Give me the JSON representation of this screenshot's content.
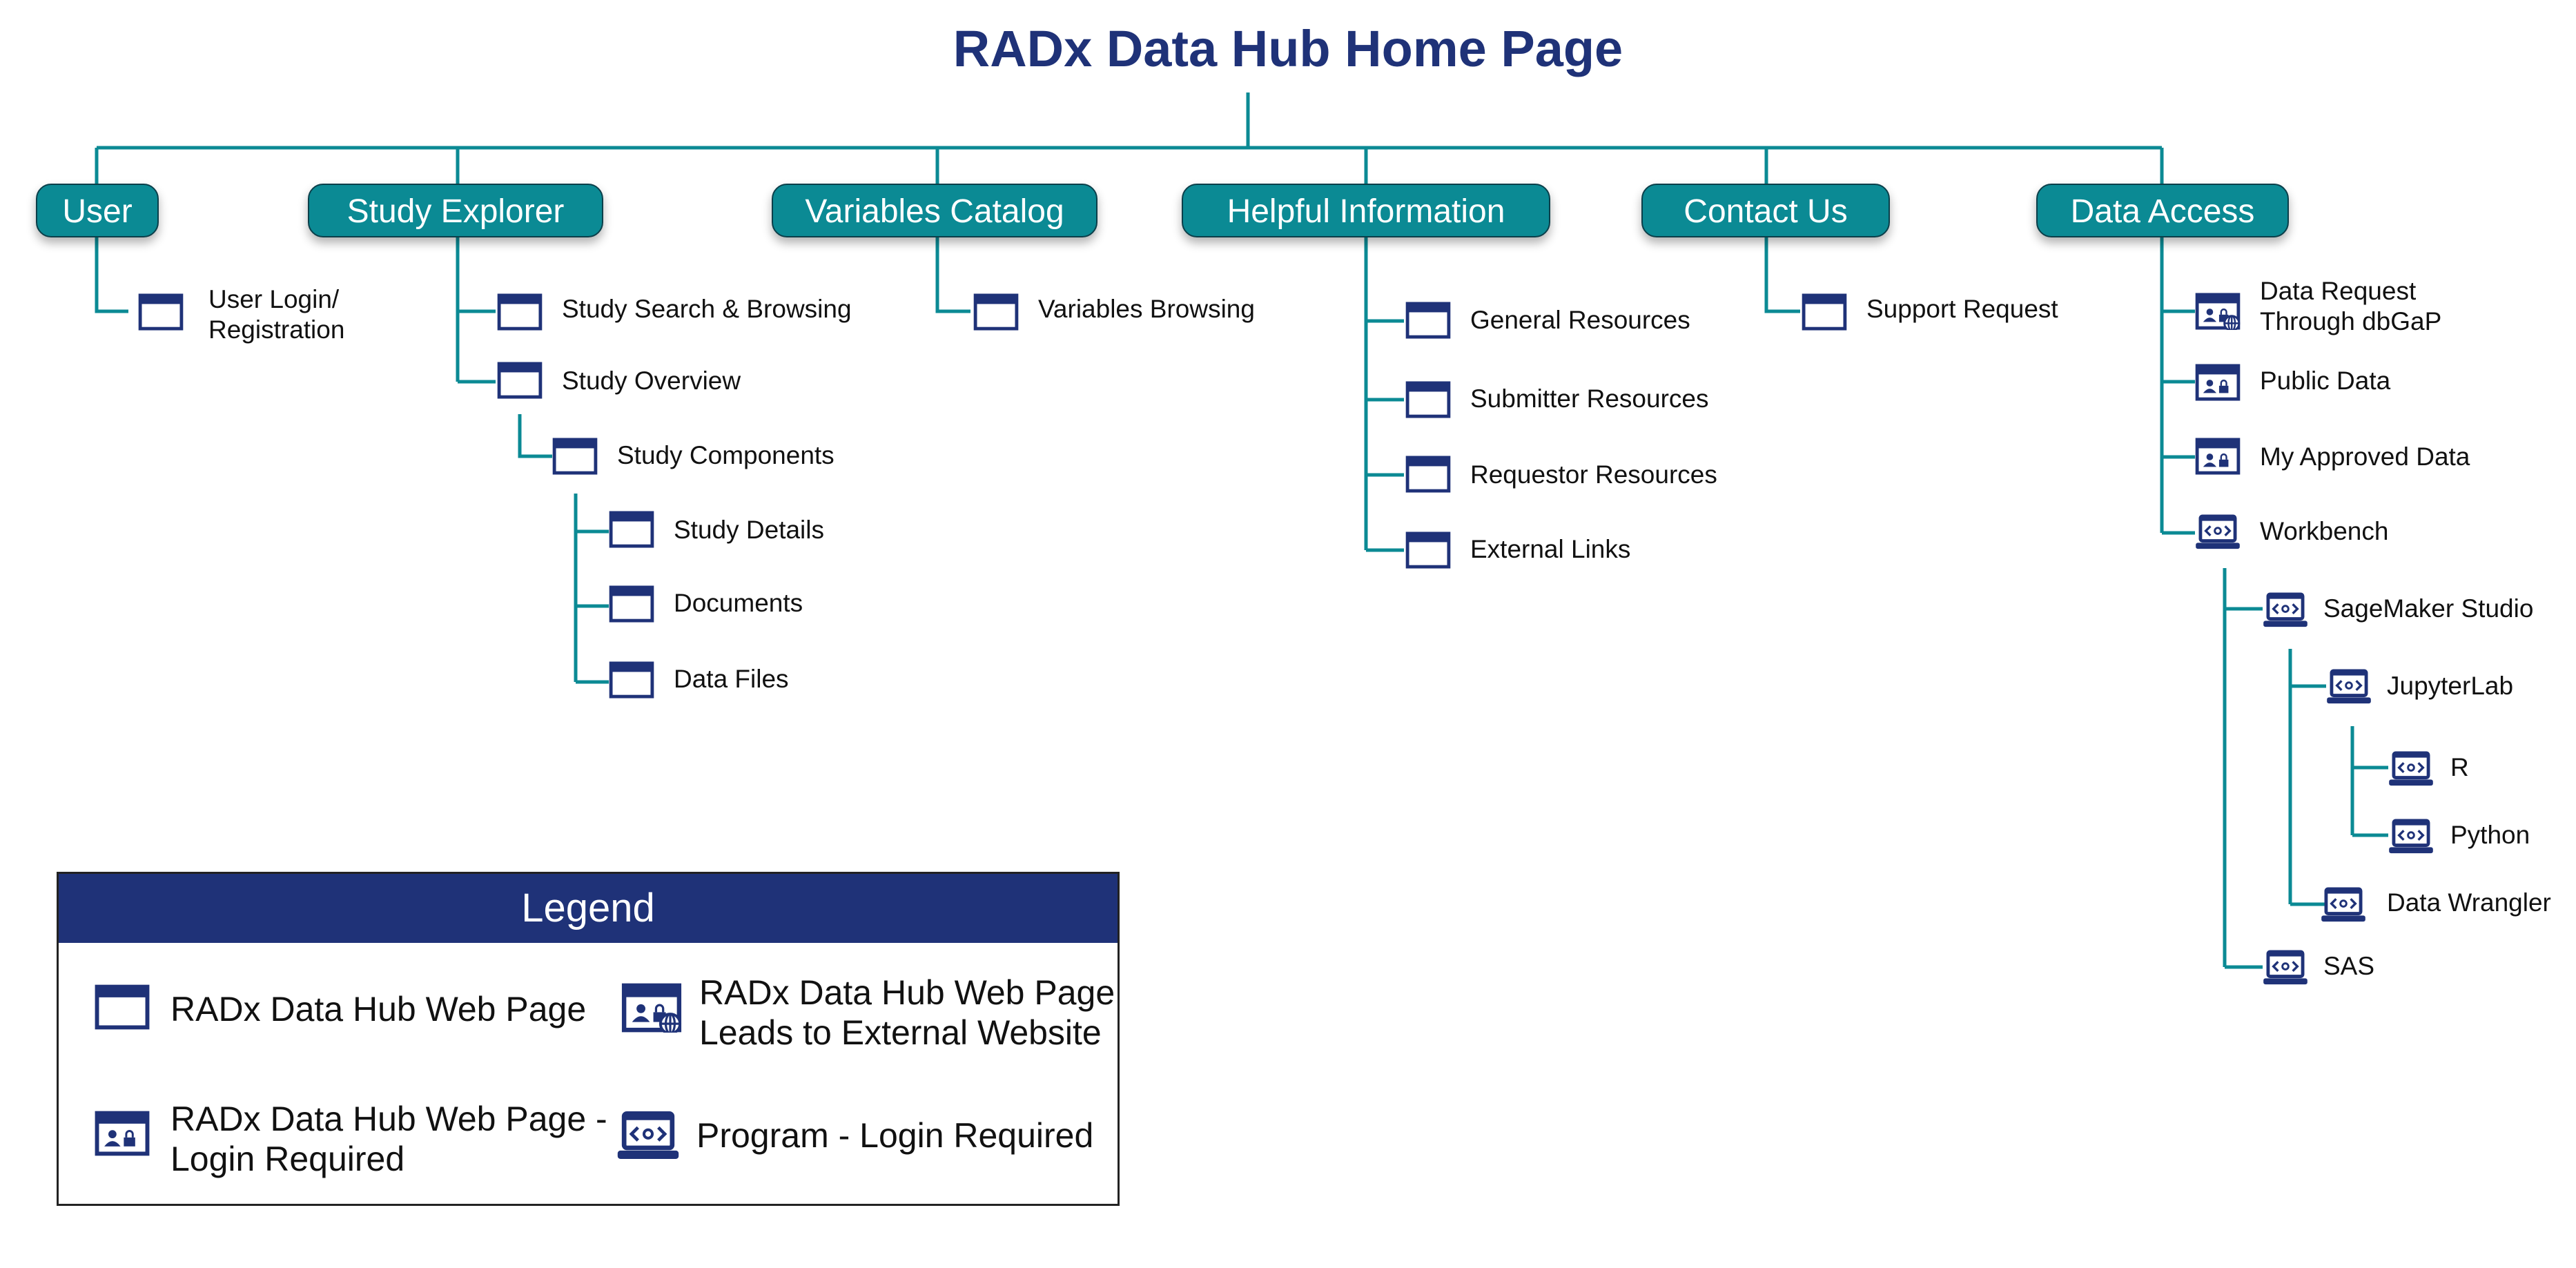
{
  "title": "RADx Data Hub Home Page",
  "colors": {
    "title": "#1f3278",
    "category_fill": "#0b8a94",
    "connector": "#0b8a94",
    "icon": "#1f3278",
    "legend_header": "#1f3278"
  },
  "categories": [
    {
      "id": "user",
      "label": "User"
    },
    {
      "id": "study-explorer",
      "label": "Study Explorer"
    },
    {
      "id": "variables-catalog",
      "label": "Variables Catalog"
    },
    {
      "id": "helpful-information",
      "label": "Helpful Information"
    },
    {
      "id": "contact-us",
      "label": "Contact Us"
    },
    {
      "id": "data-access",
      "label": "Data Access"
    }
  ],
  "pages": [
    {
      "id": "user-login",
      "parent": "user",
      "icon": "web-page",
      "label": "User Login/\nRegistration"
    },
    {
      "id": "study-search",
      "parent": "study-explorer",
      "icon": "web-page",
      "label": "Study Search & Browsing"
    },
    {
      "id": "study-overview",
      "parent": "study-explorer",
      "icon": "web-page",
      "label": "Study Overview"
    },
    {
      "id": "study-components",
      "parent": "study-overview",
      "icon": "web-page",
      "label": "Study Components"
    },
    {
      "id": "study-details",
      "parent": "study-components",
      "icon": "web-page",
      "label": "Study Details"
    },
    {
      "id": "documents",
      "parent": "study-components",
      "icon": "web-page",
      "label": "Documents"
    },
    {
      "id": "data-files",
      "parent": "study-components",
      "icon": "web-page",
      "label": "Data Files"
    },
    {
      "id": "variables-browsing",
      "parent": "variables-catalog",
      "icon": "web-page",
      "label": "Variables Browsing"
    },
    {
      "id": "general-resources",
      "parent": "helpful-information",
      "icon": "web-page",
      "label": "General Resources"
    },
    {
      "id": "submitter-resources",
      "parent": "helpful-information",
      "icon": "web-page",
      "label": "Submitter Resources"
    },
    {
      "id": "requestor-resources",
      "parent": "helpful-information",
      "icon": "web-page",
      "label": "Requestor Resources"
    },
    {
      "id": "external-links",
      "parent": "helpful-information",
      "icon": "web-page",
      "label": "External Links"
    },
    {
      "id": "support-request",
      "parent": "contact-us",
      "icon": "web-page",
      "label": "Support Request"
    },
    {
      "id": "data-request-dbgap",
      "parent": "data-access",
      "icon": "external-page",
      "label": "Data Request\nThrough dbGaP"
    },
    {
      "id": "public-data",
      "parent": "data-access",
      "icon": "login-page",
      "label": "Public Data"
    },
    {
      "id": "my-approved-data",
      "parent": "data-access",
      "icon": "login-page",
      "label": "My Approved Data"
    },
    {
      "id": "workbench",
      "parent": "data-access",
      "icon": "program",
      "label": "Workbench"
    },
    {
      "id": "sagemaker-studio",
      "parent": "workbench",
      "icon": "program",
      "label": "SageMaker Studio"
    },
    {
      "id": "jupyterlab",
      "parent": "sagemaker-studio",
      "icon": "program",
      "label": "JupyterLab"
    },
    {
      "id": "r",
      "parent": "jupyterlab",
      "icon": "program",
      "label": "R"
    },
    {
      "id": "python",
      "parent": "jupyterlab",
      "icon": "program",
      "label": "Python"
    },
    {
      "id": "data-wrangler",
      "parent": "sagemaker-studio",
      "icon": "program",
      "label": "Data Wrangler"
    },
    {
      "id": "sas",
      "parent": "workbench",
      "icon": "program",
      "label": "SAS"
    }
  ],
  "legend": {
    "title": "Legend",
    "items": [
      {
        "icon": "web-page",
        "label": "RADx Data Hub Web Page"
      },
      {
        "icon": "external-page",
        "label": "RADx Data Hub Web Page\nLeads to External Website"
      },
      {
        "icon": "login-page",
        "label": "RADx Data Hub Web Page -\nLogin Required"
      },
      {
        "icon": "program",
        "label": "Program - Login Required"
      }
    ]
  }
}
